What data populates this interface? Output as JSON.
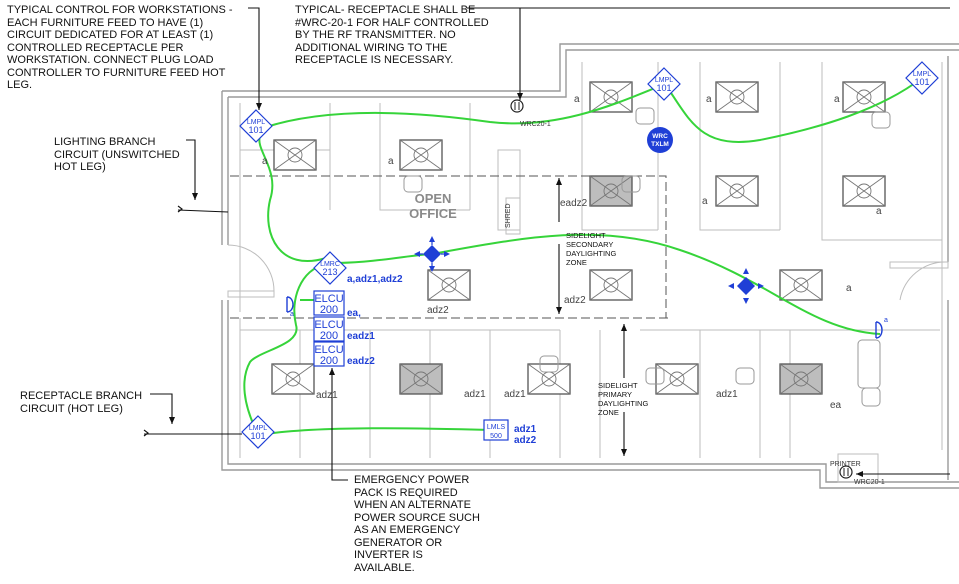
{
  "notes": {
    "workstation_control": "TYPICAL CONTROL FOR WORKSTATIONS -\nEACH FURNITURE FEED TO HAVE (1)\nCIRCUIT DEDICATED FOR AT LEAST (1)\nCONTROLLED RECEPTACLE PER\nWORKSTATION. CONNECT PLUG LOAD\nCONTROLLER TO FURNITURE FEED HOT\nLEG.",
    "receptacle_typical": "TYPICAL- RECEPTACLE SHALL BE\n#WRC-20-1 FOR HALF CONTROLLED\nBY THE RF TRANSMITTER. NO\nADDITIONAL WIRING TO THE\nRECEPTACLE IS NECESSARY.",
    "lighting_branch": "LIGHTING BRANCH\nCIRCUIT (UNSWITCHED\nHOT LEG)",
    "receptacle_branch": "RECEPTACLE BRANCH\nCIRCUIT (HOT LEG)",
    "emergency_power": "EMERGENCY POWER\nPACK IS REQUIRED\nWHEN AN ALTERNATE\nPOWER SOURCE SUCH\nAS AN EMERGENCY\nGENERATOR OR\nINVERTER IS\nAVAILABLE."
  },
  "room": {
    "line1": "OPEN",
    "line2": "OFFICE"
  },
  "zones": {
    "secondary": [
      "SIDELIGHT",
      "SECONDARY",
      "DAYLIGHTING",
      "ZONE"
    ],
    "primary": [
      "SIDELIGHT",
      "PRIMARY",
      "DAYLIGHTING",
      "ZONE"
    ]
  },
  "devices": {
    "lmpl": {
      "l1": "LMPL",
      "l2": "101"
    },
    "lmrc": {
      "l1": "LMRC",
      "l2": "213",
      "tag": "a,adz1,adz2"
    },
    "elcu": [
      {
        "l1": "ELCU",
        "l2": "200",
        "tag": "ea,"
      },
      {
        "l1": "ELCU",
        "l2": "200",
        "tag": "eadz1"
      },
      {
        "l1": "ELCU",
        "l2": "200",
        "tag": "eadz2"
      }
    ],
    "lmls": {
      "l1": "LMLS",
      "l2": "500",
      "tag1": "adz1",
      "tag2": "adz2"
    },
    "wrc": {
      "l1": "WRC",
      "l2": "TXLM"
    },
    "wrc_label": "WRC20-1",
    "printer": "PRINTER",
    "shred": "SHRED"
  },
  "tags": {
    "a": "a",
    "adz1": "adz1",
    "adz2": "adz2",
    "ea": "ea",
    "eadz2": "eadz2"
  }
}
